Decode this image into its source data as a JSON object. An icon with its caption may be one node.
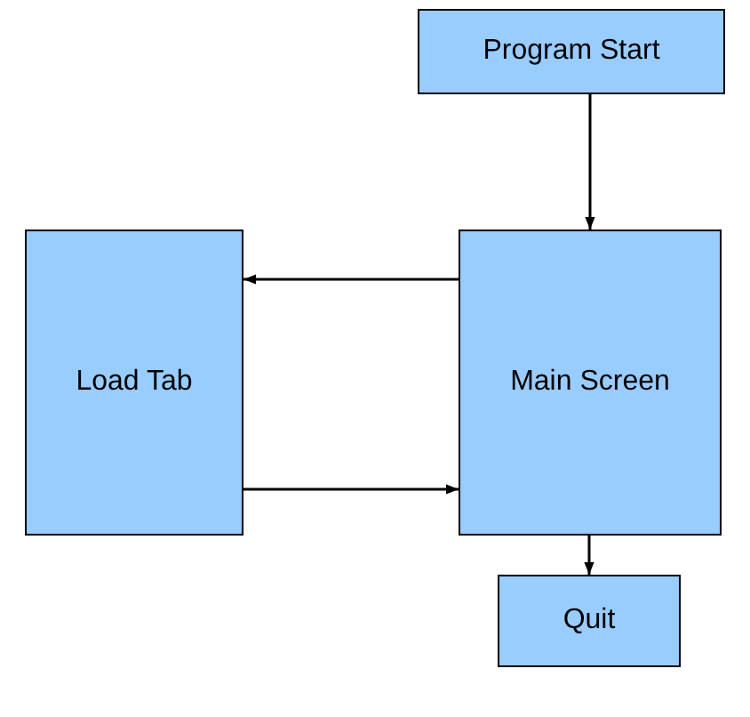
{
  "diagram": {
    "nodes": [
      {
        "text": [
          "Program Start"
        ]
      },
      {
        "text": [
          "Load Tab"
        ]
      },
      {
        "text": [
          "Main Screen"
        ]
      },
      {
        "text": [
          "Quit"
        ]
      }
    ],
    "edges": [
      {
        "from": 0,
        "to": 2,
        "arrow": "to"
      },
      {
        "from": 2,
        "to": 1,
        "arrow": "to"
      },
      {
        "from": 1,
        "to": 2,
        "arrow": "to"
      },
      {
        "from": 2,
        "to": 3,
        "arrow": "to"
      }
    ]
  }
}
